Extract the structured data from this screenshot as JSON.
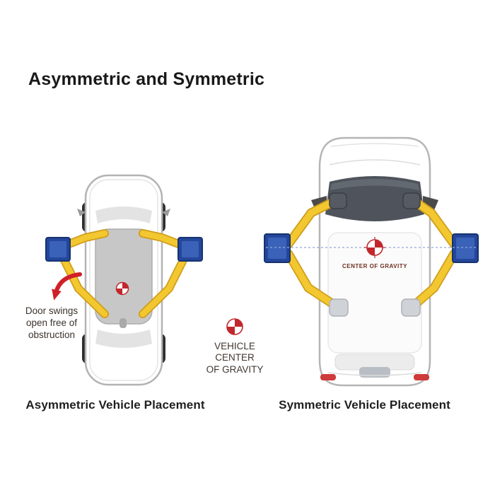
{
  "page": {
    "title": "Asymmetric and Symmetric"
  },
  "asymmetric": {
    "caption": "Asymmetric Vehicle Placement",
    "annotation": {
      "lines": [
        "Door swings",
        "open free of",
        "obstruction"
      ]
    }
  },
  "symmetric": {
    "caption": "Symmetric Vehicle Placement",
    "cog_label": "CENTER OF GRAVITY"
  },
  "legend": {
    "lines": [
      "VEHICLE",
      "CENTER",
      "OF GRAVITY"
    ]
  },
  "icons": {
    "cog": "center-of-gravity-icon"
  },
  "colors": {
    "arm_yellow": "#f3c72f",
    "arm_outline": "#cf9e1b",
    "pad_blue": "#24479c",
    "cog_red": "#c1272d",
    "arrow_red": "#cf2027"
  }
}
